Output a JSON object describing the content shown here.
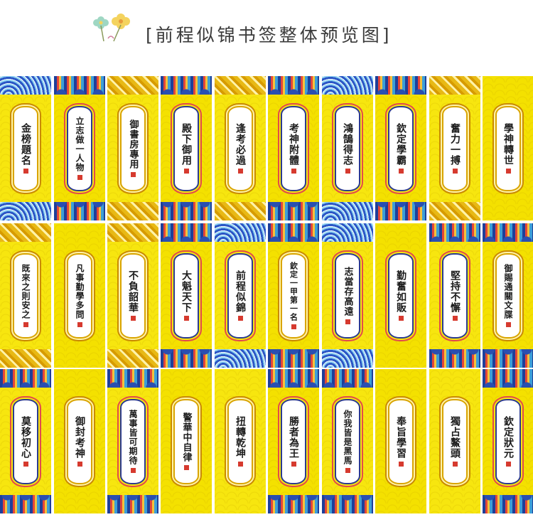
{
  "title": "[前程似锦书签整体预览图]",
  "colors": {
    "background": "#f7e60f",
    "accent_blue": "#2c3a8f",
    "accent_red": "#d63a2f",
    "accent_gold": "#d9a400"
  },
  "header": {
    "icon": "flower-icon"
  },
  "rows": [
    {
      "bookmarks": [
        {
          "text": "金榜題名",
          "style": "s-wave",
          "frame": "gold"
        },
        {
          "text": "立志做一人物",
          "style": "s-blue",
          "frame": "blue"
        },
        {
          "text": "御書房專用",
          "style": "s-gold",
          "frame": "gold"
        },
        {
          "text": "殿下御用",
          "style": "s-blue",
          "frame": "blue"
        },
        {
          "text": "逢考必過",
          "style": "s-gold",
          "frame": "gold"
        },
        {
          "text": "考神附體",
          "style": "s-blue",
          "frame": "blue"
        },
        {
          "text": "鴻鵠得志",
          "style": "s-wave",
          "frame": "blue"
        },
        {
          "text": "欽定學霸",
          "style": "s-blue",
          "frame": "blue"
        },
        {
          "text": "奮力一搏",
          "style": "s-gold",
          "frame": "gold"
        },
        {
          "text": "學神轉世",
          "style": "s-none",
          "frame": "gold"
        }
      ]
    },
    {
      "bookmarks": [
        {
          "text": "既來之則安之",
          "style": "s-gold",
          "frame": "gold"
        },
        {
          "text": "凡事勤學多問",
          "style": "s-none",
          "frame": "gold"
        },
        {
          "text": "不負韶華",
          "style": "s-gold",
          "frame": "gold"
        },
        {
          "text": "大魁天下",
          "style": "s-blue",
          "frame": "blue"
        },
        {
          "text": "前程似錦",
          "style": "s-wave",
          "frame": "blue"
        },
        {
          "text": "欽定一甲第一名",
          "style": "s-blue",
          "frame": "gold"
        },
        {
          "text": "志當存高遠",
          "style": "s-wave",
          "frame": "blue"
        },
        {
          "text": "勤奮如販",
          "style": "s-none",
          "frame": "blue"
        },
        {
          "text": "堅持不懈",
          "style": "s-blue",
          "frame": "blue"
        },
        {
          "text": "御賜通關文牒",
          "style": "s-blue",
          "frame": "gold"
        }
      ]
    },
    {
      "bookmarks": [
        {
          "text": "莫移初心",
          "style": "s-blue",
          "frame": "blue"
        },
        {
          "text": "御封考神",
          "style": "s-none",
          "frame": "gold"
        },
        {
          "text": "萬事皆可期待",
          "style": "s-blue",
          "frame": "blue"
        },
        {
          "text": "警華中自律",
          "style": "s-none",
          "frame": "gold"
        },
        {
          "text": "扭轉乾坤",
          "style": "s-none",
          "frame": "gold"
        },
        {
          "text": "勝者為王",
          "style": "s-blue",
          "frame": "blue"
        },
        {
          "text": "你我皆是黑馬",
          "style": "s-blue",
          "frame": "blue"
        },
        {
          "text": "奉旨學習",
          "style": "s-none",
          "frame": "gold"
        },
        {
          "text": "獨占鰲頭",
          "style": "s-none",
          "frame": "gold"
        },
        {
          "text": "欽定狀元",
          "style": "s-blue",
          "frame": "blue"
        }
      ]
    }
  ]
}
